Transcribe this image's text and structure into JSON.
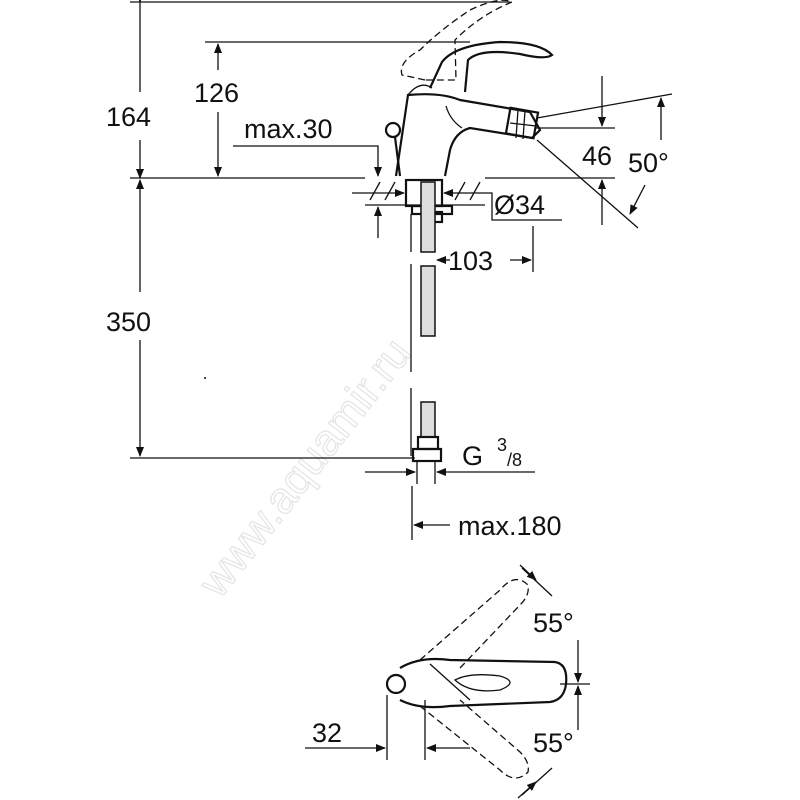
{
  "drawing": {
    "watermark": "www.aquamir.ru",
    "dimensions": {
      "total_height": "164",
      "spout_height": "126",
      "max_deck": "max.30",
      "spout_offset": "46",
      "spout_angle": "50°",
      "hole_diameter": "Ø34",
      "projection": "103",
      "hose_length": "350",
      "thread_main": "G",
      "thread_num": "3",
      "thread_den": "/8",
      "max_hose": "max.180",
      "angle_top": "55°",
      "angle_bottom": "55°",
      "lever_offset": "32"
    }
  }
}
